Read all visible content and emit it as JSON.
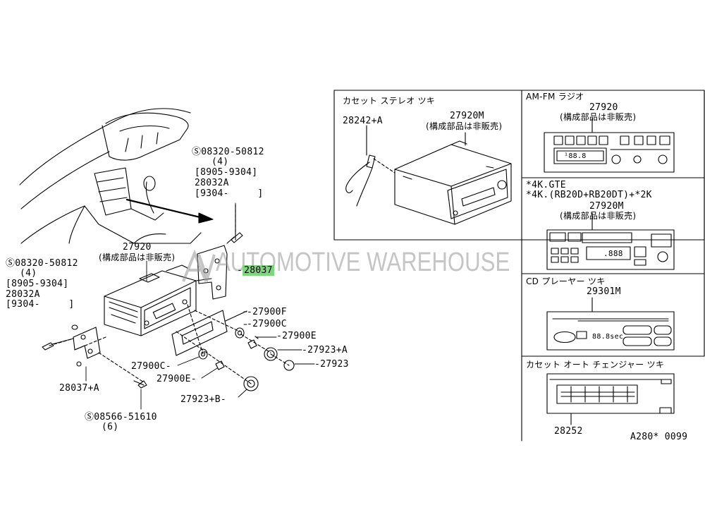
{
  "watermark": {
    "text": "AUTOMOTIVE WAREHOUSE"
  },
  "main": {
    "labels": {
      "bolt_top": "Ⓢ08320-50812",
      "bolt_top_qty": "(4)",
      "bolt_top_range1": "[8905-9304]",
      "bolt_top_part2": "28032A",
      "bolt_top_range2": "[9304-     ]",
      "radio_main": "27920",
      "radio_main_note": "(構成部品は非販売)",
      "bracket_right": "28037",
      "bolt_left": "Ⓢ08320-50812",
      "bolt_left_qty": "(4)",
      "bolt_left_range1": "[8905-9304]",
      "bolt_left_part2": "28032A",
      "bolt_left_range2": "[9304-     ]",
      "face_plate": "27900F",
      "washer_1": "27900C",
      "nut_1": "27900E",
      "knob_a": "27923+A",
      "knob": "27923",
      "washer_2": "27900C",
      "nut_2": "27900E",
      "knob_b": "27923+B",
      "bracket_left": "28037+A",
      "screw_bottom": "Ⓢ08566-51610",
      "screw_bottom_qty": "(6)"
    }
  },
  "panels": {
    "cassette": {
      "title": "カセット ステレオ ツキ",
      "harness": "28242+A",
      "part": "27920M",
      "note": "(構成部品は非販売)"
    },
    "amfm": {
      "title": "AM-FM ラジオ",
      "part": "27920",
      "note": "(構成部品は非販売)",
      "display": "¹88.8"
    },
    "gte": {
      "title1": "*4K.GTE",
      "title2": "*4K.(RB20D+RB20DT)+*2K",
      "part": "27920M",
      "note": "(構成部品は非販売)",
      "display": ".888"
    },
    "cd": {
      "title": "CD プレーヤー ツキ",
      "part": "29301M",
      "display": "88.8sec"
    },
    "changer": {
      "title": "カセット オート チェンジャー ツキ",
      "part": "28252"
    }
  },
  "footer": {
    "code": "A280* 0099"
  }
}
